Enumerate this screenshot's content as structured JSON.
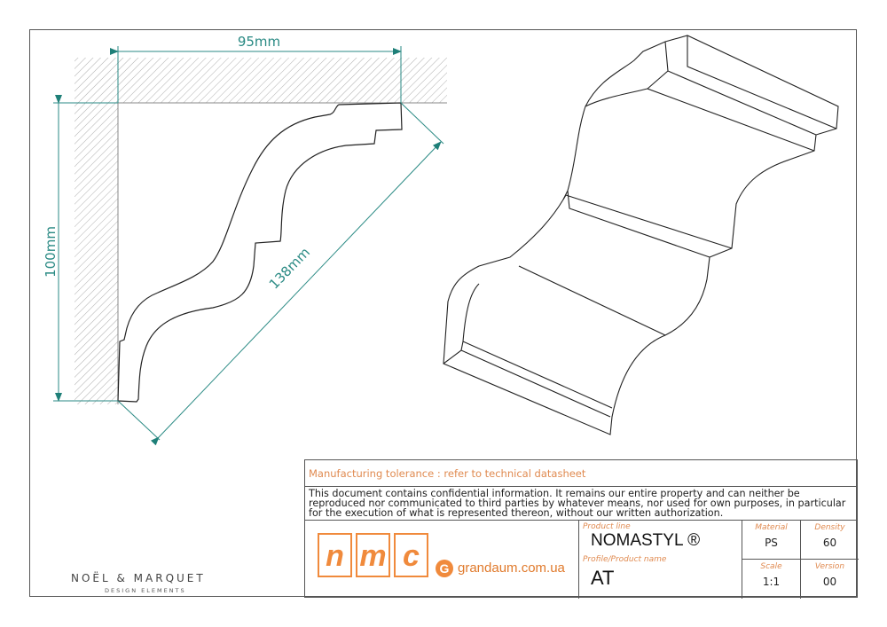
{
  "drawing": {
    "width_label": "95mm",
    "height_label": "100mm",
    "diagonal_label": "138mm"
  },
  "brand": {
    "name": "NOËL & MARQUET",
    "tagline": "DESIGN ELEMENTS"
  },
  "title_block": {
    "tolerance": "Manufacturing tolerance : refer to technical datasheet",
    "confidential": "This document contains confidential information. It remains our entire property and can neither be reproduced nor communicated to third parties by whatever means, nor used for own purposes, in particular for the execution of what is represented thereon, without our written authorization.",
    "logo_letters": [
      "n",
      "m",
      "c"
    ],
    "website": "grandaum.com.ua",
    "website_icon": "G",
    "product_line_label": "Product line",
    "product_line": "NOMASTYL ®",
    "product_name_label": "Profile/Product name",
    "product_name": "AT",
    "material_label": "Material",
    "material": "PS",
    "density_label": "Density",
    "density": "60",
    "scale_label": "Scale",
    "scale": "1:1",
    "version_label": "Version",
    "version": "00"
  },
  "colors": {
    "dimension": "#2a8a84",
    "accent": "#e08a50",
    "logo": "#f08a3c"
  }
}
